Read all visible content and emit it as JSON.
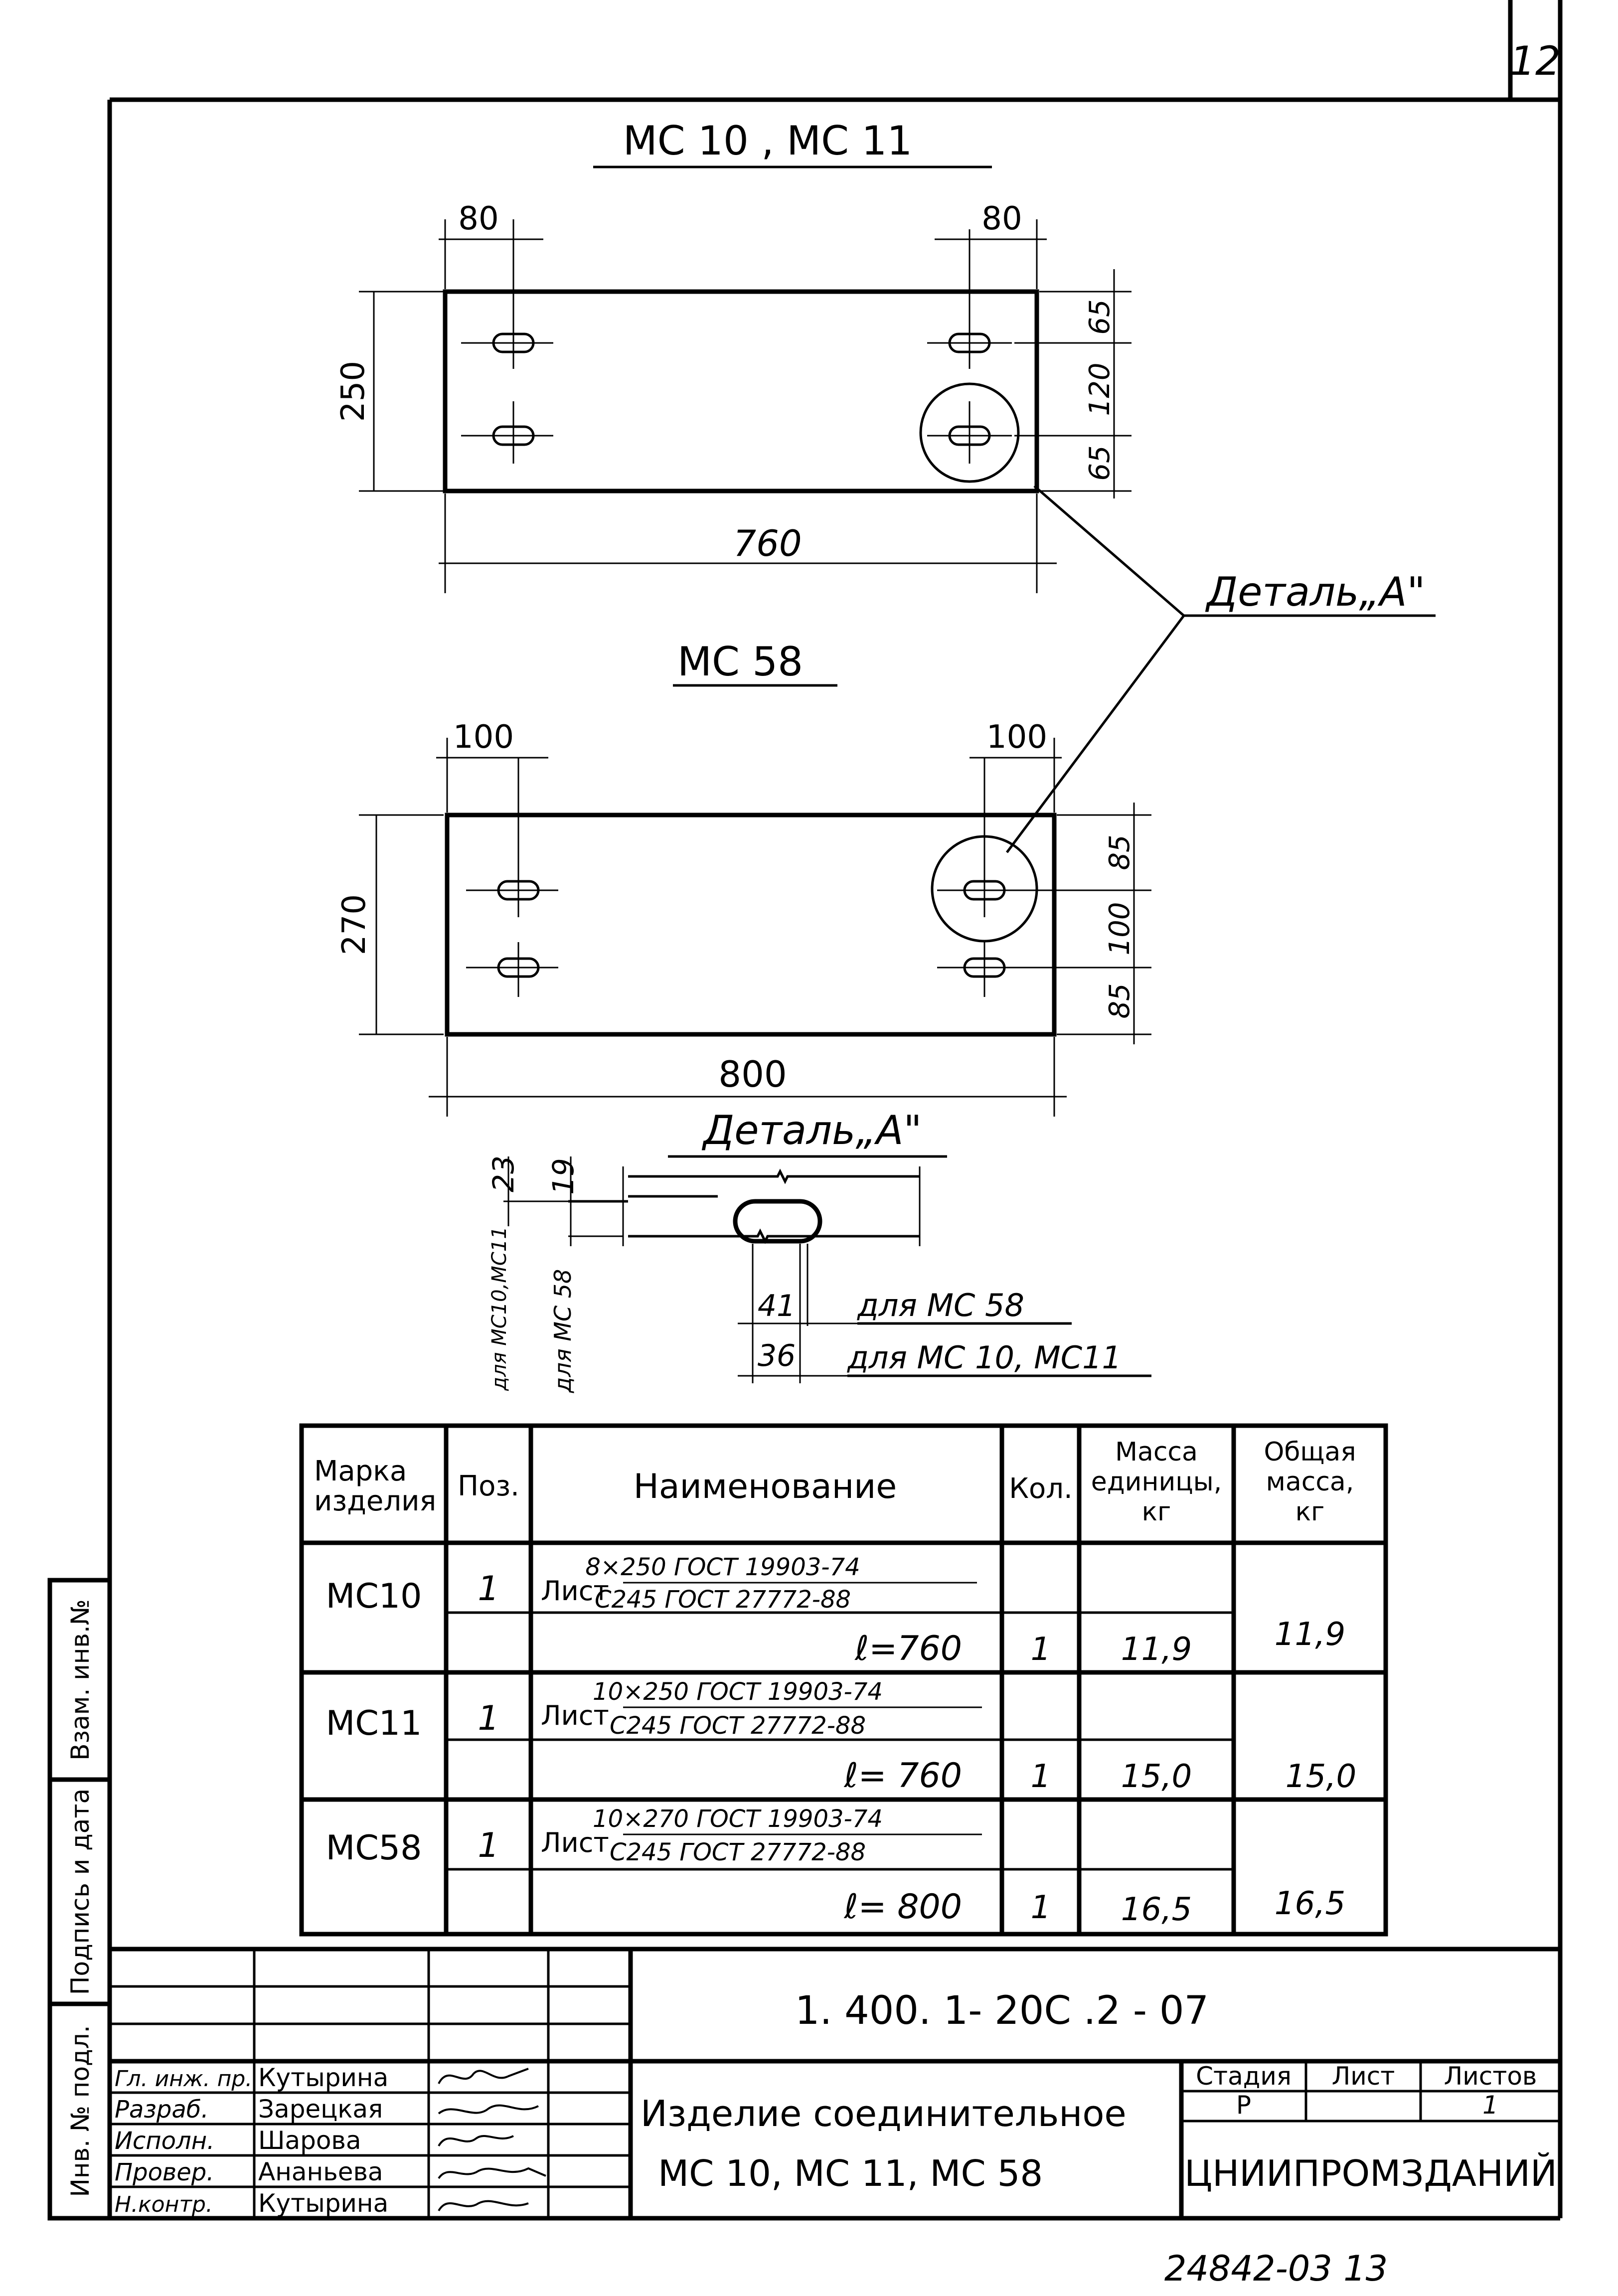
{
  "page_number": "12",
  "views": {
    "top": {
      "title": "МС 10 ,  МС 11",
      "dim_left": "80",
      "dim_right": "80",
      "dim_height": "250",
      "dim_width": "760",
      "dim_r1": "65",
      "dim_r2": "120",
      "dim_r3": "65"
    },
    "detail_callout": "Деталь„А\"",
    "middle": {
      "title": "МС 58",
      "dim_left": "100",
      "dim_right": "100",
      "dim_height": "270",
      "dim_width": "800",
      "dim_r1": "85",
      "dim_r2": "100",
      "dim_r3": "85"
    },
    "detail": {
      "title": "Деталь„А\"",
      "dim_23": "23",
      "dim_19": "19",
      "label_mc10": "для МС10,МС11",
      "label_mc58": "для МС 58",
      "dim_41": "41",
      "dim_36": "36",
      "note_41": "для  МС 58",
      "note_36": "для  МС 10, МС11"
    }
  },
  "spec_table": {
    "headers": {
      "mark": "Марка изделия",
      "pos": "Поз.",
      "name": "Наименование",
      "qty": "Кол.",
      "unit_mass": "Масса единицы, кг",
      "total_mass": "Общая масса, кг"
    },
    "rows": [
      {
        "mark": "МС10",
        "pos": "1",
        "name_prefix": "Лист",
        "name_top": "8×250 ГОСТ 19903-74",
        "name_bottom": "С245 ГОСТ 27772-88",
        "length": "ℓ=760",
        "qty": "1",
        "unit_mass": "11,9",
        "total_mass": "11,9"
      },
      {
        "mark": "МС11",
        "pos": "1",
        "name_prefix": "Лист",
        "name_top": "10×250 ГОСТ 19903-74",
        "name_bottom": "С245 ГОСТ 27772-88",
        "length": "ℓ= 760",
        "qty": "1",
        "unit_mass": "15,0",
        "total_mass": "15,0"
      },
      {
        "mark": "МС58",
        "pos": "1",
        "name_prefix": "Лист",
        "name_top": "10×270 ГОСТ 19903-74",
        "name_bottom": "С245 ГОСТ 27772-88",
        "length": "ℓ= 800",
        "qty": "1",
        "unit_mass": "16,5",
        "total_mass": "16,5"
      }
    ]
  },
  "side_stamp": {
    "inv_vzam": "Взам. инв.№",
    "podpis": "Подпись и дата",
    "inv_podl": "Инв. № подл."
  },
  "title_block": {
    "designation": "1. 400. 1- 20С .2 - 07",
    "roles": [
      {
        "role": "Гл. инж. пр.",
        "name": "Кутырина"
      },
      {
        "role": "Разраб.",
        "name": "Зарецкая"
      },
      {
        "role": "Исполн.",
        "name": "Шарова"
      },
      {
        "role": "Провер.",
        "name": "Ананьева"
      },
      {
        "role": "Н.контр.",
        "name": "Кутырина"
      }
    ],
    "item_name_line1": "Изделие соединительное",
    "item_name_line2": "МС 10, МС 11, МС 58",
    "stage_label": "Стадия",
    "sheet_label": "Лист",
    "sheets_label": "Листов",
    "stage_value": "Р",
    "sheet_value": "",
    "sheets_value": "1",
    "organization": "ЦНИИПРОМЗДАНИЙ"
  },
  "footer_number": "24842-03   13"
}
